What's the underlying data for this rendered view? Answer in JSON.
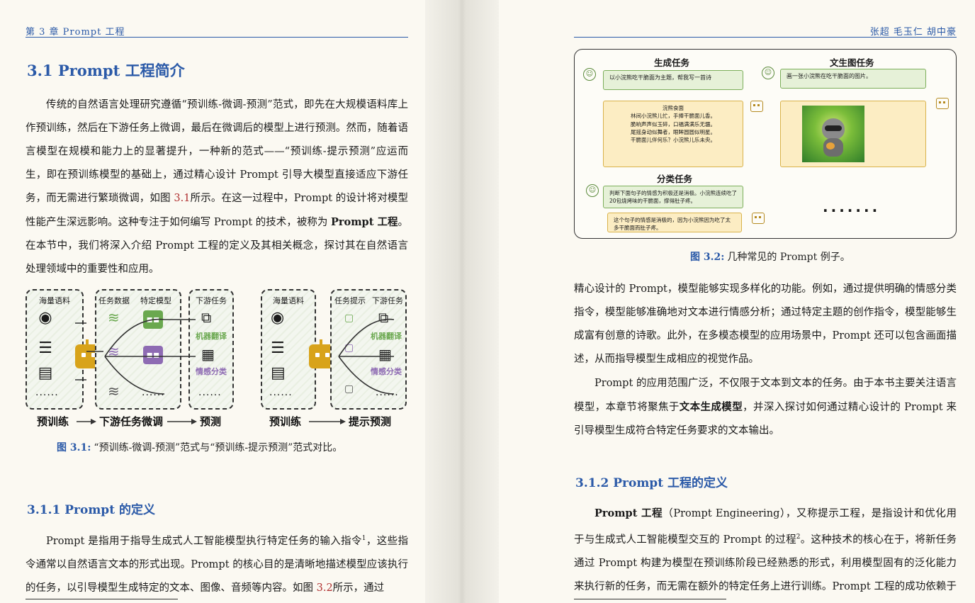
{
  "left": {
    "running_head": "第 3 章  Prompt 工程",
    "section_title": "3.1  Prompt 工程简介",
    "para1": [
      "传统的自然语言处理研究遵循“预训练-微调-预测”范式，即先在大规模语料库上作预训练，然后在下游任务上微调，最后在微调后的模型上进行预测。然而，随着语言模型在规模和能力上的显著提升，一种新的范式——“预训练-提示预测”应运而生，即在预训练模型的基础上，通过精心设计 Prompt 引导大模型直接适应下游任务，而无需进行繁琐微调，如图 ",
      "3.1",
      "所示。在这一过程中，Prompt 的设计将对模型性能产生深远影响。这种专注于如何编写 Prompt 的技术，被称为 ",
      "Prompt 工程",
      "。在本节中，我们将深入介绍 Prompt 工程的定义及其相关概念，探讨其在自然语言处理领域中的重要性和应用。"
    ],
    "fig31": {
      "left_box1": "海量语料",
      "left_box2a": "任务数据",
      "left_box2b": "特定模型",
      "left_box3": "下游任务",
      "right_box1": "海量语料",
      "right_box3a": "任务提示",
      "right_box3b": "下游任务",
      "machine_translation": "机器翻译",
      "sentiment": "情感分类",
      "dots": "......",
      "bottom_left_1": "预训练",
      "bottom_left_2": "下游任务微调",
      "bottom_left_3": "预测",
      "bottom_right_1": "预训练",
      "bottom_right_2": "提示预测",
      "caption_label": "图 3.1:",
      "caption_text": "“预训练-微调-预测”范式与“预训练-提示预测”范式对比。"
    },
    "subsection_title": "3.1.1  Prompt 的定义",
    "para2": [
      "Prompt 是指用于指导生成式人工智能模型执行特定任务的输入指令",
      "1",
      "，这些指令通常以自然语言文本的形式出现。Prompt 的核心目的是清晰地描述模型应该执行的任务，以引导模型生成特定的文本、图像、音频等内容。如图 ",
      "3.2",
      "所示，通过"
    ]
  },
  "right": {
    "running_head": "张超  毛玉仁  胡中豪",
    "fig32": {
      "title_gen": "生成任务",
      "title_t2i": "文生图任务",
      "title_cls": "分类任务",
      "gen_prompt": "以小浣熊吃干脆面为主题，帮我写一首诗",
      "poem_title": "浣熊食面",
      "poem_lines": [
        "林间小浣熊儿忙，手捧干脆面儿香。",
        "脆响声声似玉碎，口福满满乐无疆。",
        "尾摇身动似舞者，眼眸圆圆似明星。",
        "干脆面儿伴何乐？小浣熊儿乐未央。"
      ],
      "t2i_prompt": "画一张小浣熊在吃干脆面的图片。",
      "cls_prompt": "判断下面句子的情感为积极还是消极。小浣熊连续吃了20包烧烤味的干脆面，撑得肚子疼。",
      "cls_answer": "这个句子的情感是消极的，因为小浣熊因为吃了太多干脆面而肚子疼。",
      "more": ".......",
      "caption_label": "图 3.2:",
      "caption_text": "几种常见的 Prompt 例子。"
    },
    "para1": "精心设计的 Prompt，模型能够实现多样化的功能。例如，通过提供明确的情感分类指令，模型能够准确地对文本进行情感分析；通过特定主题的创作指令，模型能够生成富有创意的诗歌。此外，在多模态模型的应用场景中，Prompt 还可以包含画面描述，从而指导模型生成相应的视觉作品。",
    "para2": [
      "Prompt 的应用范围广泛，不仅限于文本到文本的任务。由于本书主要关注语言模型，本章节将聚焦于",
      "文本生成模型",
      "，并深入探讨如何通过精心设计的 Prompt 来引导模型生成符合特定任务要求的文本输出。"
    ],
    "subsection_title": "3.1.2  Prompt 工程的定义",
    "para3": [
      "Prompt 工程",
      "（Prompt Engineering），又称提示工程，是指设计和优化用于与生成式人工智能模型交互的 Prompt 的过程",
      "2",
      "。这种技术的核心在于，将新任务通过 Prompt 构建为模型在预训练阶段已经熟悉的形式，利用模型固有的泛化能力来执行新的任务，而无需在额外的特定任务上进行训练。Prompt 工程的成功依赖于对"
    ]
  }
}
